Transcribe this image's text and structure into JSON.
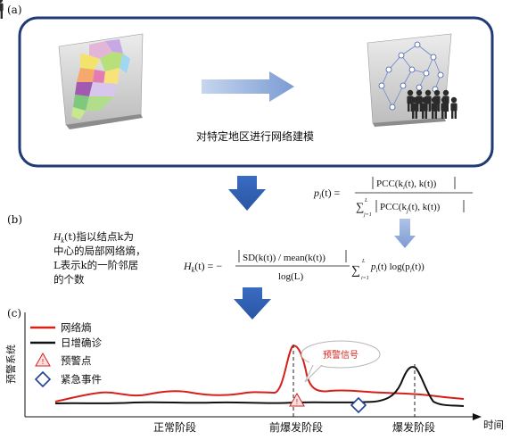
{
  "panels": {
    "a": {
      "label": "(a)",
      "caption": "对特定地区进行网络建模"
    },
    "b": {
      "label": "(b)",
      "note_line1_var": "H",
      "note_line1_sub": "k",
      "note_line1_rest": "(t)指以结点k为",
      "note_line2": "中心的局部网络熵，",
      "note_line3": "L表示k的一阶邻居",
      "note_line4": "的个数",
      "formula_p_lhs": "p",
      "formula_p_sub": "i",
      "formula_p_t": "(t) =",
      "formula_p_num": "PCC(k",
      "formula_p_num_mid": "(t), k(t))",
      "formula_p_den": "PCC(k",
      "formula_p_den_mid": "(t), k(t))",
      "formula_h_lhs": "H",
      "formula_h_sub": "k",
      "formula_h_t": "(t) = −",
      "formula_h_num": "SD(k(t)) / mean(k(t))",
      "formula_h_den": "log(L)",
      "formula_h_sum": "p",
      "formula_h_tail": "(t) log(p",
      "formula_h_tail2": "(t))",
      "sum_top": "L",
      "sum_bottom_p": "j=1",
      "sum_bottom_h": "i=1"
    },
    "c": {
      "label": "(c)",
      "y_axis_label": "预警系统",
      "x_axis_label": "时间",
      "legend": [
        {
          "label": "网络熵",
          "color": "#d6211b",
          "kind": "line"
        },
        {
          "label": "日增确诊",
          "color": "#111111",
          "kind": "line"
        },
        {
          "label": "预警点",
          "color": "#d6211b",
          "kind": "triangle"
        },
        {
          "label": "紧急事件",
          "color": "#1f3f9a",
          "kind": "diamond"
        }
      ],
      "callout": "预警信号",
      "stages": [
        "正常阶段",
        "前爆发阶段",
        "爆发阶段"
      ]
    }
  },
  "colors": {
    "frame_border": "#1f3a75",
    "arrow_blue": "#2f5fb4",
    "arrow_light": "#8faadc",
    "entropy": "#d6211b",
    "cases": "#111111",
    "event": "#1f3f9a"
  }
}
